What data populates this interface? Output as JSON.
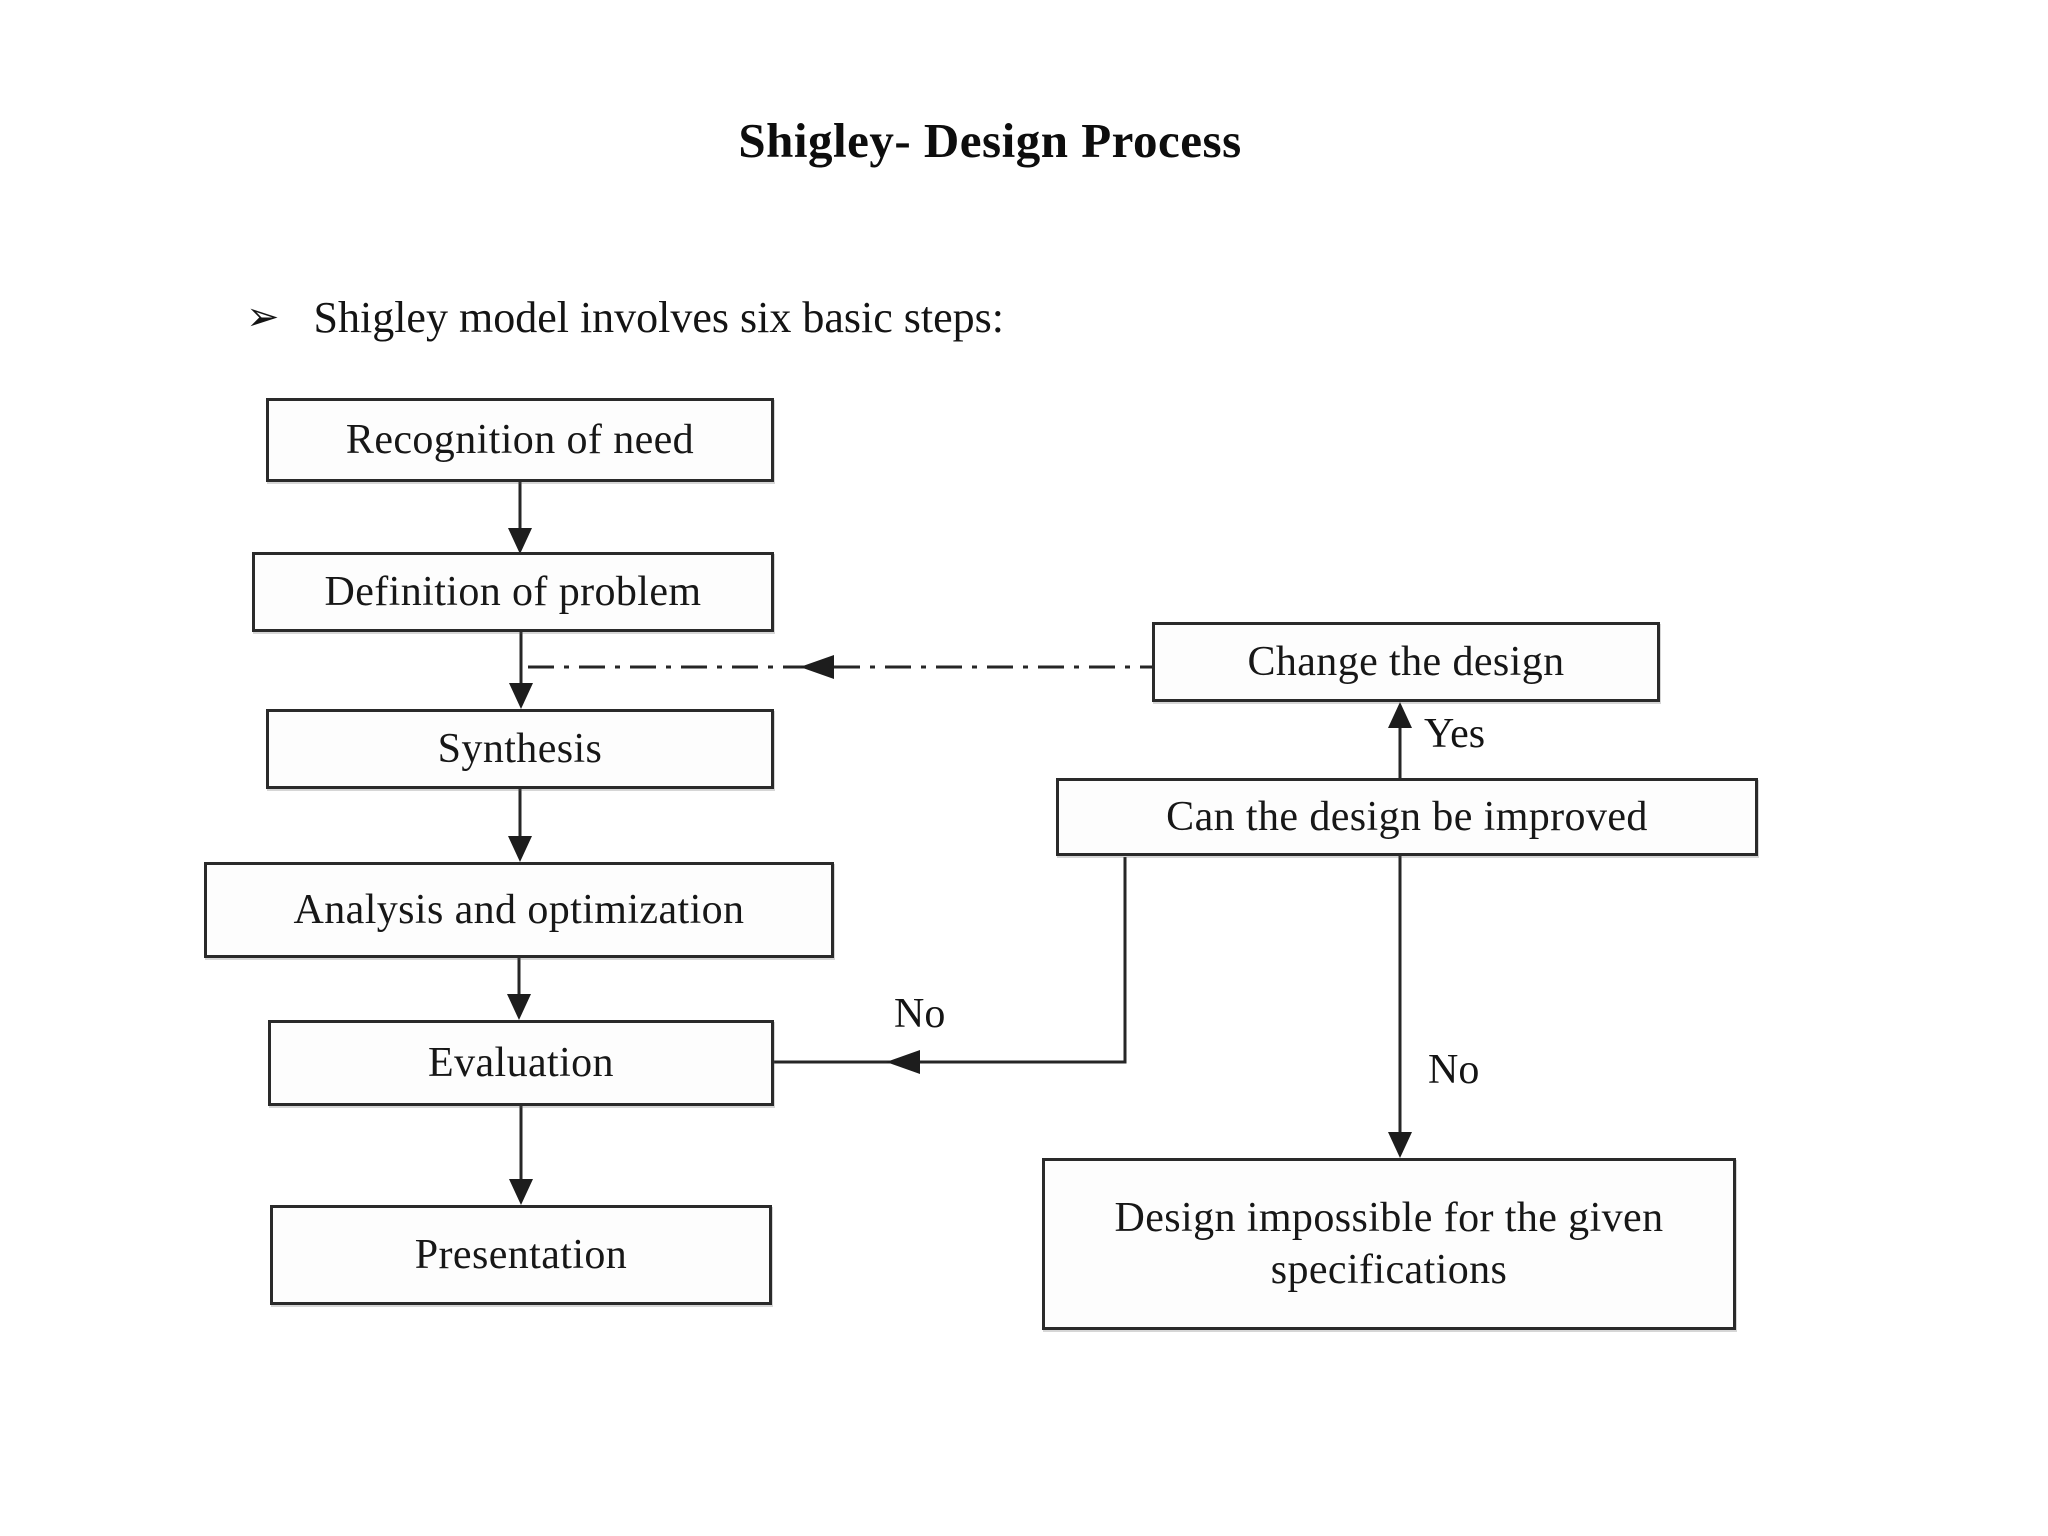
{
  "title": "Shigley- Design Process",
  "bullet": {
    "marker": "➢",
    "text": "Shigley model involves six basic steps:"
  },
  "colors": {
    "background": "#ffffff",
    "ink": "#1b1b1b",
    "box_border": "#2a2a2a"
  },
  "diagram": {
    "type": "flowchart",
    "nodes": [
      {
        "id": "recognition",
        "label": "Recognition of need"
      },
      {
        "id": "definition",
        "label": "Definition of problem"
      },
      {
        "id": "synthesis",
        "label": "Synthesis"
      },
      {
        "id": "analysis",
        "label": "Analysis and optimization"
      },
      {
        "id": "evaluation",
        "label": "Evaluation"
      },
      {
        "id": "presentation",
        "label": "Presentation"
      },
      {
        "id": "change",
        "label": "Change the design"
      },
      {
        "id": "canimprove",
        "label": "Can the design be improved"
      },
      {
        "id": "impossible",
        "label": "Design impossible for the given specifications"
      }
    ],
    "edges": [
      {
        "from": "recognition",
        "to": "definition",
        "style": "solid-arrow",
        "label": ""
      },
      {
        "from": "definition",
        "to": "synthesis",
        "style": "solid-arrow",
        "label": ""
      },
      {
        "from": "synthesis",
        "to": "analysis",
        "style": "solid-arrow",
        "label": ""
      },
      {
        "from": "analysis",
        "to": "evaluation",
        "style": "solid-arrow",
        "label": ""
      },
      {
        "from": "evaluation",
        "to": "presentation",
        "style": "solid-arrow",
        "label": ""
      },
      {
        "from": "change",
        "to": "definition-synthesis-link",
        "style": "dash-dot-arrow",
        "label": ""
      },
      {
        "from": "canimprove",
        "to": "change",
        "style": "solid-arrow",
        "label": "Yes"
      },
      {
        "from": "canimprove",
        "to": "impossible",
        "style": "solid-arrow",
        "label": "No"
      },
      {
        "from": "evaluation",
        "to": "canimprove",
        "style": "solid-arrow",
        "label": "No"
      }
    ]
  }
}
